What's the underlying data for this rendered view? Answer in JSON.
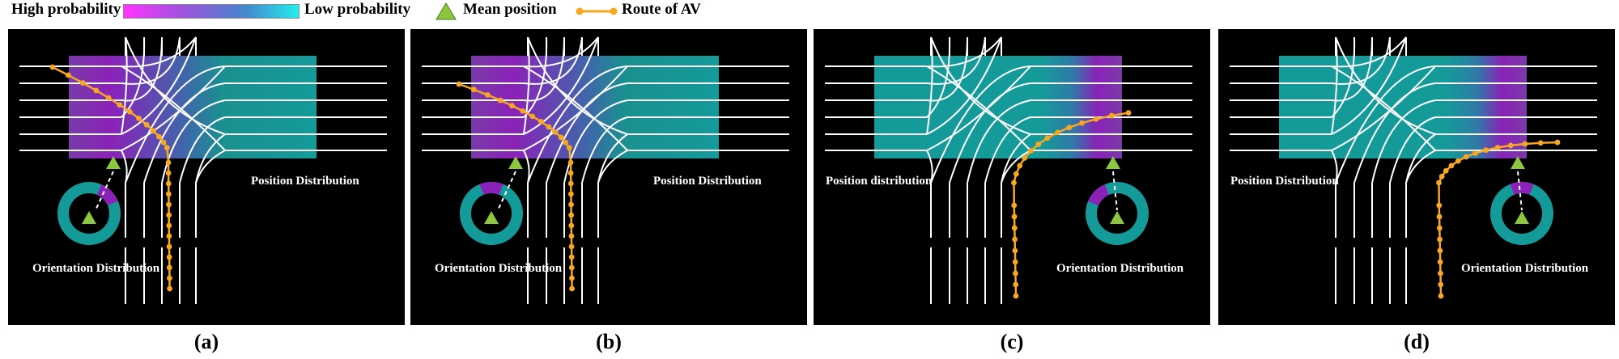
{
  "legend": {
    "high_label": "High probability",
    "low_label": "Low probability",
    "mean_label": "Mean position",
    "route_label": "Route of AV",
    "colors": {
      "high": "#ff33ff",
      "low": "#22eeee",
      "mean": "#8dc63f",
      "route": "#f7a823"
    }
  },
  "panels": [
    {
      "caption": "(a)",
      "position_label": "Position Distribution",
      "orientation_label": "Orientation Distribution",
      "route": "left-to-south",
      "position_peak": "left",
      "ring_peak": "upper-right"
    },
    {
      "caption": "(b)",
      "position_label": "Position Distribution",
      "orientation_label": "Orientation Distribution",
      "route": "left-to-south",
      "position_peak": "left",
      "ring_peak": "top"
    },
    {
      "caption": "(c)",
      "position_label": "Position distribution",
      "orientation_label": "Orientation Distribution",
      "route": "south-to-right",
      "position_peak": "right",
      "ring_peak": "upper-left"
    },
    {
      "caption": "(d)",
      "position_label": "Position Distribution",
      "orientation_label": "Orientation Distribution",
      "route": "south-to-right",
      "position_peak": "right",
      "ring_peak": "top"
    }
  ]
}
